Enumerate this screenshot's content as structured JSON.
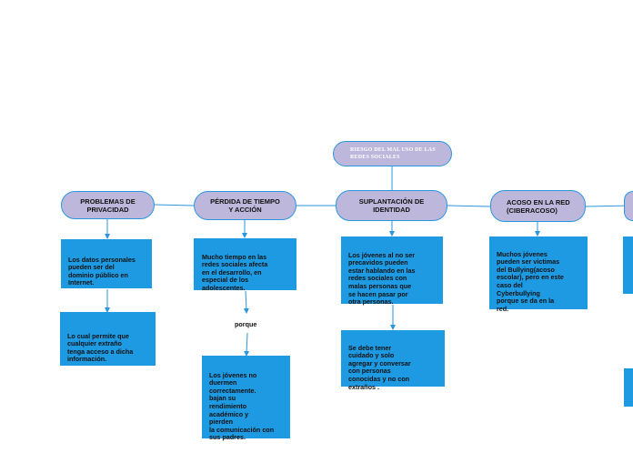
{
  "root": {
    "label": "RIESGO DEL MAL USO DE LAS REDES SOCIALES"
  },
  "topics": [
    {
      "label": "PROBLEMAS DE PRIVACIDAD"
    },
    {
      "label": "PÉRDIDA DE TIEMPO Y ACCIÓN"
    },
    {
      "label": "SUPLANTACIÓN DE IDENTIDAD"
    },
    {
      "label": "ACOSO EN LA RED\n(CIBERACOSO)"
    }
  ],
  "notes": {
    "privacy_1": "Los datos personales\npueden ser del\ndominio público en\n         Internet.",
    "privacy_2": "Lo cual permite que\n   cualquier extraño\n tenga acceso a dicha\n      información.",
    "time_1": "Mucho tiempo en las\nredes sociales afecta\nen el desarrollo, en\nespecial de los\n          adolescentes.",
    "time_link": "porque",
    "time_2": "Los jóvenes no\nduermen\ncorrectamente.\nbajan su\nrendimiento\n          académico y\npierden\nla comunicación con\n           sus padres.",
    "identity_1": "Los jóvenes al no ser\nprecavidos pueden\nestar hablando en las\nredes sociales con\nmalas personas que\nse hacen pasar por\n          otra personas.",
    "identity_2": "Se debe tener\ncuidado y solo\nagregar y conversar\ncon personas\nconocidas y no con\n           extraños .",
    "bullying_1": "Muchos jóvenes\npueden ser victimas\ndel Bullying(acoso\nescolar), pero en este\ncaso del\nCyberbullying\nporque se da en la\n              red."
  },
  "colors": {
    "topic_fill": "#bdb7dc",
    "border": "#2b96e0",
    "note_fill": "#1e9ae3",
    "line": "#2b96e0"
  }
}
